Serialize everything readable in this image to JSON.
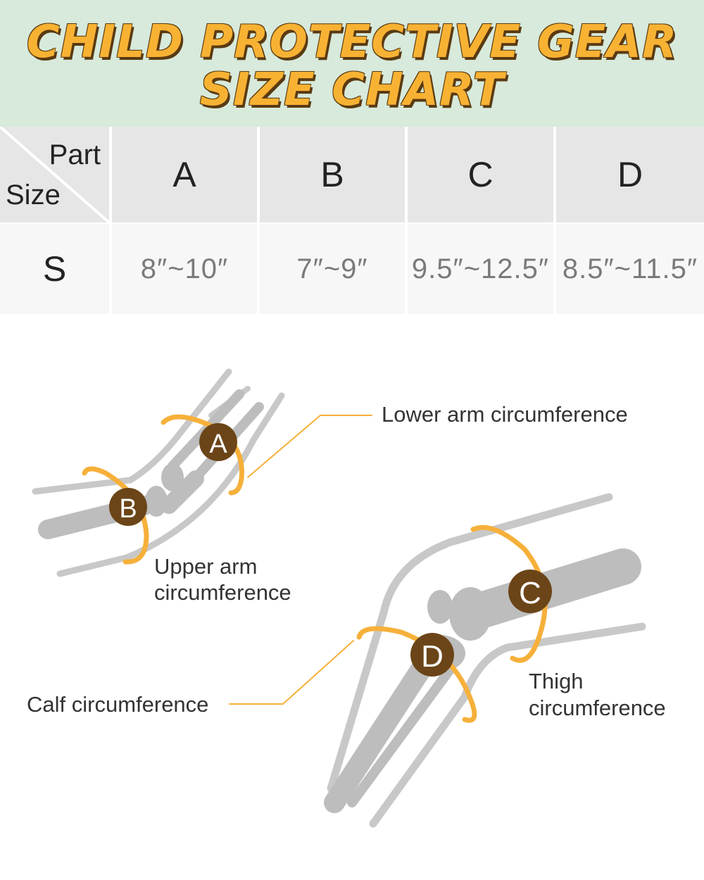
{
  "title": {
    "line1": "CHILD PROTECTIVE GEAR",
    "line2": "SIZE CHART"
  },
  "table": {
    "corner_part": "Part",
    "corner_size": "Size",
    "columns": [
      "A",
      "B",
      "C",
      "D"
    ],
    "rows": [
      {
        "size": "S",
        "values": [
          "8″~10″",
          "7″~9″",
          "9.5″~12.5″",
          "8.5″~11.5″"
        ]
      }
    ]
  },
  "diagram": {
    "markers": [
      "A",
      "B",
      "C",
      "D"
    ],
    "labels": {
      "lower_arm": "Lower arm circumference",
      "upper_arm_1": "Upper arm",
      "upper_arm_2": "circumference",
      "calf": "Calf circumference",
      "thigh_1": "Thigh",
      "thigh_2": "circumference"
    },
    "colors": {
      "ring": "#f6b03a",
      "marker": "#6b4518",
      "bone": "#bdbdbd",
      "outline": "#c8c8c8",
      "header_bg": "#d7eadb",
      "title": "#f8b233"
    }
  }
}
